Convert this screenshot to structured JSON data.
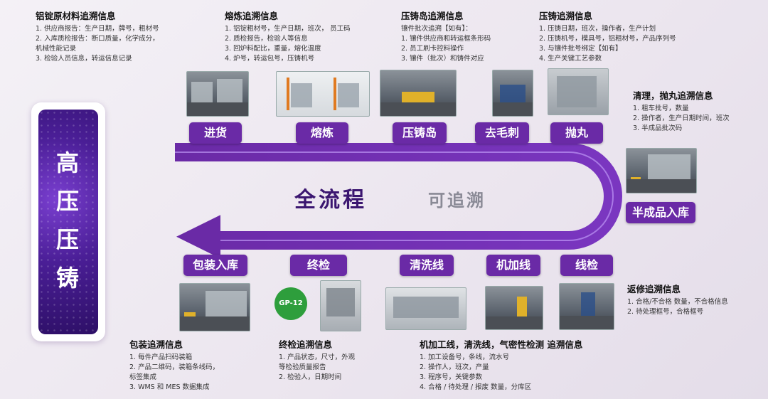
{
  "banner": {
    "chars": [
      "高",
      "压",
      "压",
      "铸"
    ]
  },
  "flow": {
    "main": "全流程",
    "sub": "可追溯"
  },
  "stages_top": [
    "进货",
    "熔炼",
    "压铸岛",
    "去毛刺",
    "抛丸"
  ],
  "stage_right": "半成品入库",
  "stages_bottom": [
    "包装入库",
    "终检",
    "清洗线",
    "机加线",
    "线检"
  ],
  "gp_badge": "GP-12",
  "info": {
    "raw": {
      "title": "铝锭原材料追溯信息",
      "items": [
        "1. 供应商报告：生产日期，牌号，粗材号",
        "2. 入库质检报告：断口质量，化学成分，\n    机械性能记录",
        "3. 检验人员信息，转运信息记录"
      ]
    },
    "melt": {
      "title": "熔炼追溯信息",
      "items": [
        "1. 铝锭粗材号，生产日期，班次， 员工码",
        "2. 质检报告，检验人等信息",
        "3. 回炉料配比，重量，熔化温度",
        "4. 炉号，转运包号，压铸机号"
      ]
    },
    "island": {
      "title": "压铸岛追溯信息",
      "items": [
        "镶件批次追溯【如有】：",
        "1. 镶件供应商和转运框条形码",
        "2. 员工刷卡控料操作",
        "3. 镶件（批次）和铸件对应"
      ]
    },
    "casting": {
      "title": "压铸追溯信息",
      "items": [
        "1. 压铸日期，班次，操作者，生产计划",
        "2. 压铸机号，模具号，铝粗材号，产品序列号",
        "3. 与镶件批号绑定【如有】",
        "4. 生产关键工艺参数"
      ]
    },
    "clean": {
      "title": "清理，抛丸追溯信息",
      "items": [
        "1. 粗车批号，数量",
        "2. 操作者，生产日期时间，班次",
        "3. 半成品批次码"
      ]
    },
    "rework": {
      "title": "返修追溯信息",
      "items": [
        "1. 合格/不合格 数量，不合格信息",
        "2. 待处理框号，合格框号"
      ]
    },
    "pack": {
      "title": "包装追溯信息",
      "items": [
        "1. 每件产品扫码装箱",
        "2. 产品二维码，装箱条线码，\n    标签集成",
        "3. WMS 和 MES 数据集成"
      ]
    },
    "final": {
      "title": "终检追溯信息",
      "items": [
        "1. 产品状态，尺寸，外观\n    等检验质量报告",
        "2. 检验人，日期时间"
      ]
    },
    "machining": {
      "title": "机加工线，清洗线，气密性检测 追溯信息",
      "items": [
        "1. 加工设备号，条线，流水号",
        "2. 操作人，班次，产量",
        "3. 程序号，关键参数",
        "4. 合格 / 待处理 / 报废 数量，分库区"
      ]
    }
  }
}
